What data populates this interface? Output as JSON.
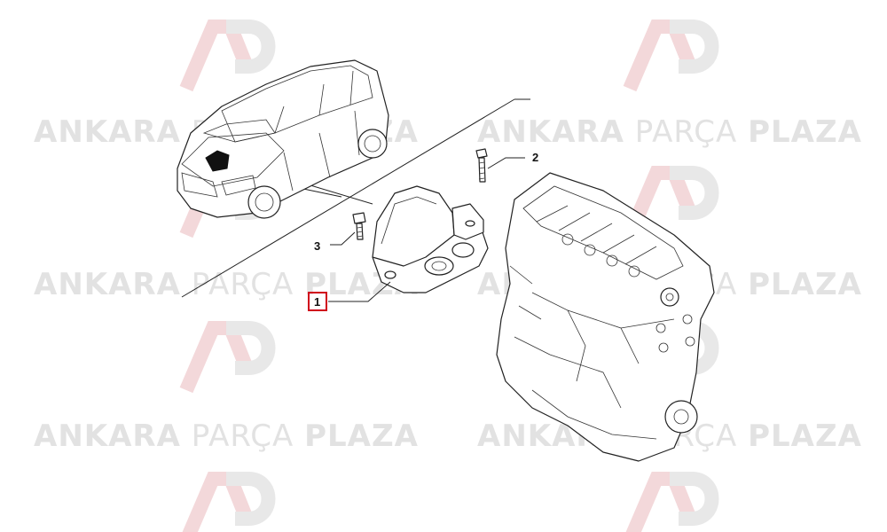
{
  "watermark": {
    "word_bold_1": "ANKARA",
    "word_light": "PARÇA",
    "word_bold_2": "PLAZA",
    "logo_letters": "AP",
    "colors": {
      "text": "#e2e2e2",
      "logo_red": "#f2d4d6",
      "logo_gray": "#e6e6e6"
    }
  },
  "callouts": [
    {
      "number": "1",
      "highlighted": true,
      "highlight_color": "#d0021b"
    },
    {
      "number": "2",
      "highlighted": false
    },
    {
      "number": "3",
      "highlighted": false
    }
  ]
}
